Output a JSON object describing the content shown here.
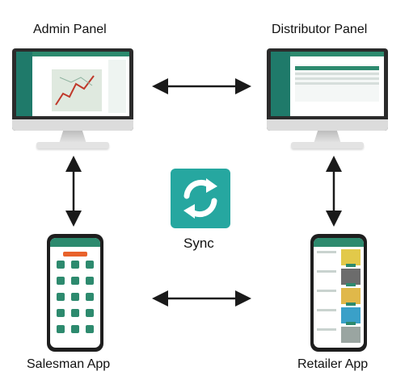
{
  "nodes": {
    "admin_panel": "Admin Panel",
    "distributor_panel": "Distributor Panel",
    "salesman_app": "Salesman App",
    "retailer_app": "Retailer App",
    "sync": "Sync"
  },
  "colors": {
    "sync_tile": "#26a7a0",
    "app_green": "#2d8a6e",
    "arrow": "#1a1a1a"
  },
  "icons": {
    "center": "sync-icon"
  }
}
